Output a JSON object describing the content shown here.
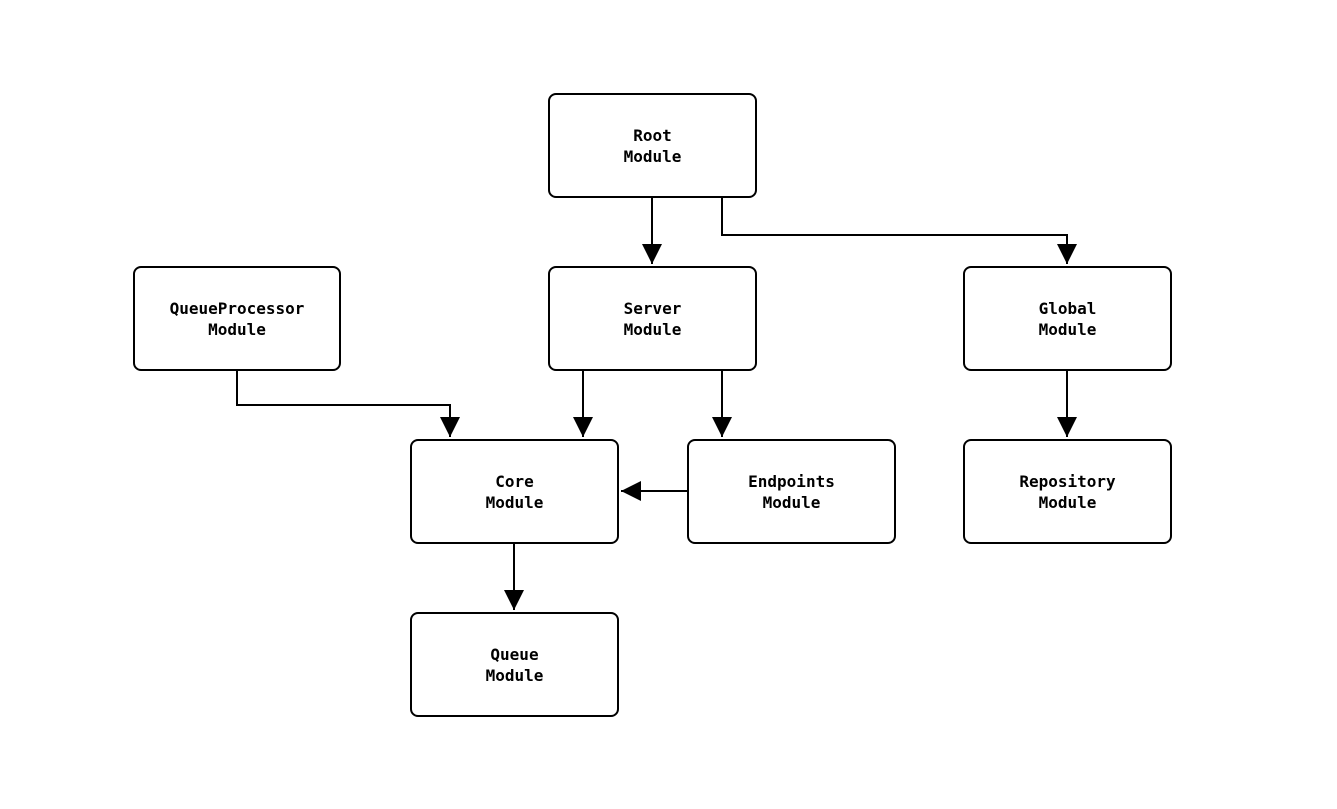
{
  "diagram": {
    "type": "module-dependency-graph",
    "background_color": "#ffffff",
    "stroke_color": "#000000",
    "text_color": "#000000",
    "nodes": [
      {
        "id": "root",
        "label": "Root\nModule"
      },
      {
        "id": "server",
        "label": "Server\nModule"
      },
      {
        "id": "queueprocessor",
        "label": "QueueProcessor\nModule"
      },
      {
        "id": "global",
        "label": "Global\nModule"
      },
      {
        "id": "core",
        "label": "Core\nModule"
      },
      {
        "id": "endpoints",
        "label": "Endpoints\nModule"
      },
      {
        "id": "repository",
        "label": "Repository\nModule"
      },
      {
        "id": "queue",
        "label": "Queue\nModule"
      }
    ],
    "edges": [
      {
        "from": "root",
        "to": "server"
      },
      {
        "from": "root",
        "to": "global"
      },
      {
        "from": "queueprocessor",
        "to": "core"
      },
      {
        "from": "server",
        "to": "core"
      },
      {
        "from": "server",
        "to": "endpoints"
      },
      {
        "from": "endpoints",
        "to": "core"
      },
      {
        "from": "global",
        "to": "repository"
      },
      {
        "from": "core",
        "to": "queue"
      }
    ]
  }
}
